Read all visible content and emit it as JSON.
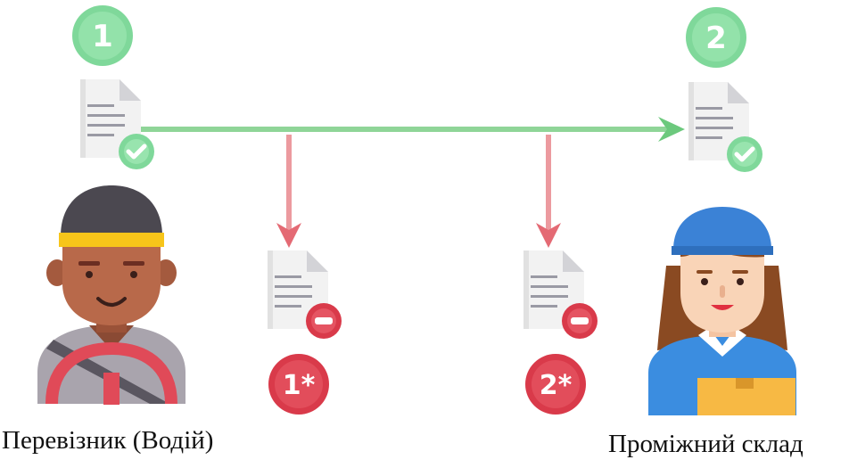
{
  "steps": {
    "step1": "1",
    "step2": "2",
    "error1": "1*",
    "error2": "2*"
  },
  "labels": {
    "carrier": "Перевізник (Водій)",
    "warehouse": "Проміжний склад"
  },
  "colors": {
    "success_green": "#7fd89a",
    "success_arrow": "#8fd598",
    "error_red": "#d93a4a",
    "error_arrow": "#ec9a9f",
    "document": "#f2f2f2"
  },
  "icons": {
    "document_ok": "document-check-icon",
    "document_error": "document-minus-icon",
    "driver": "driver-avatar-icon",
    "worker": "warehouse-worker-avatar-icon"
  }
}
